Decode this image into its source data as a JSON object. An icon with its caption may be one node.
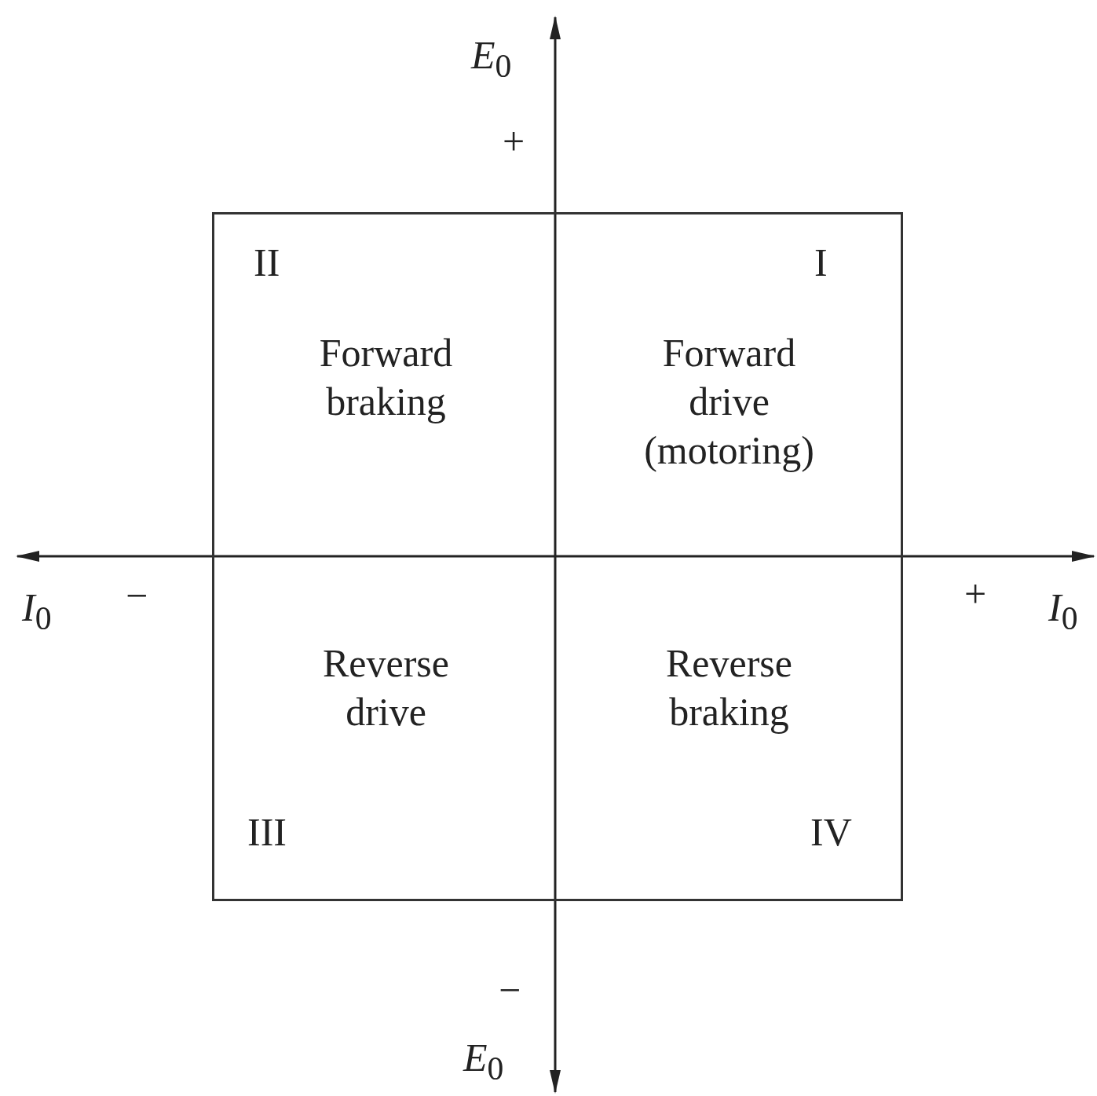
{
  "diagram": {
    "nodes": [
      {
        "text": [
          "II",
          "Forward braking"
        ]
      },
      {
        "text": [
          "I",
          "Forward drive (motoring)"
        ]
      },
      {
        "text": [
          "Reverse drive",
          "III"
        ]
      },
      {
        "text": [
          "Reverse braking",
          "IV"
        ]
      }
    ],
    "labels": [
      "*E*$_{0}$",
      "+",
      "*I*$_{0}$",
      "−",
      "+",
      "*I*$_{0}$",
      "−",
      "*E*$_{0}$"
    ]
  }
}
